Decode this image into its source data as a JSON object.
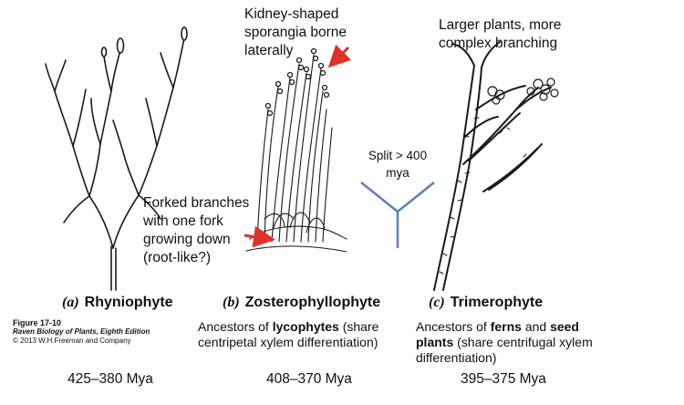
{
  "annotations": {
    "kidney": "Kidney-shaped sporangia borne laterally",
    "larger": "Larger plants, more complex branching",
    "split": "Split > 400 mya",
    "forked": "Forked branches with one fork growing down (root-like?)"
  },
  "panels": [
    {
      "letter": "(a)",
      "name": "Rhyniophyte",
      "mya": "425–380 Mya"
    },
    {
      "letter": "(b)",
      "name": "Zosterophyllophyte",
      "mya": "408–370 Mya",
      "desc_pre": "Ancestors of ",
      "desc_bold": "lycophytes",
      "desc_post": " (share centripetal xylem differentiation)"
    },
    {
      "letter": "(c)",
      "name": "Trimerophyte",
      "mya": "395–375 Mya",
      "desc_pre": "Ancestors of ",
      "desc_bold1": "ferns",
      "desc_mid": " and ",
      "desc_bold2": "seed plants",
      "desc_post": " (share centrifugal xylem differentiation)"
    }
  ],
  "figure_caption": {
    "number": "Figure 17-10",
    "source": "Raven Biology of Plants, Eighth Edition",
    "copyright": "© 2013 W.H.Freeman and Company"
  },
  "colors": {
    "arrow": "#e0312a",
    "split_lines": "#5b7fc4",
    "ink": "#1a1a1a"
  }
}
